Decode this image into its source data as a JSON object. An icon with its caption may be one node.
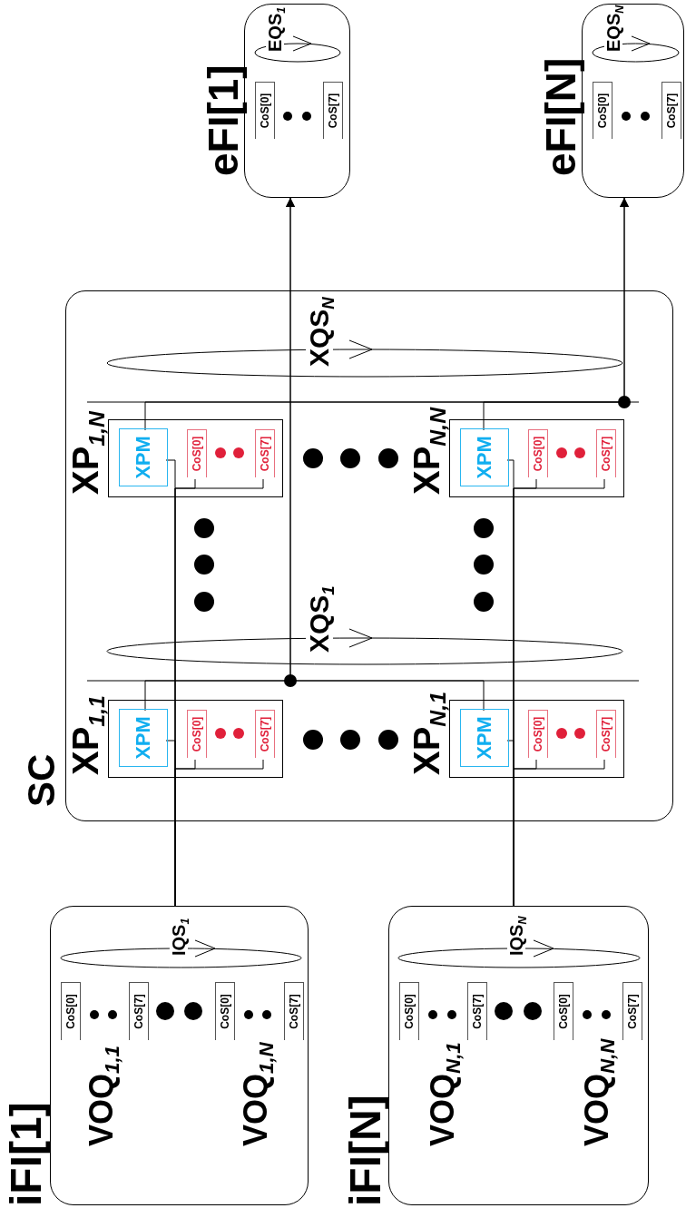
{
  "diagram": {
    "nodes": [
      {
        "text": [
          "iFI[1]"
        ]
      },
      {
        "text": [
          "IQS$_{1}$"
        ],
        "in": 0
      },
      {
        "text": [
          "CoS[0]"
        ],
        "in": 0
      },
      {
        "text": [
          "CoS[7]"
        ],
        "in": 0
      },
      {
        "text": [
          "CoS[0]"
        ],
        "in": 0
      },
      {
        "text": [
          "CoS[7]"
        ],
        "in": 0
      },
      {
        "text": [
          "iFI[N]"
        ]
      },
      {
        "text": [
          "IQS$_{N}$"
        ],
        "in": 6
      },
      {
        "text": [
          "CoS[0]"
        ],
        "in": 6
      },
      {
        "text": [
          "CoS[7]"
        ],
        "in": 6
      },
      {
        "text": [
          "CoS[0]"
        ],
        "in": 6
      },
      {
        "text": [
          "CoS[7]"
        ],
        "in": 6
      },
      {
        "text": [
          "SC"
        ]
      },
      {
        "text": [
          "XP$_{1,1}$"
        ],
        "in": 12
      },
      {
        "text": [
          "XPM"
        ],
        "in": 13
      },
      {
        "text": [
          "CoS[0]"
        ],
        "in": 13
      },
      {
        "text": [
          "CoS[7]"
        ],
        "in": 13
      },
      {
        "text": [
          "XP$_{N,1}$"
        ],
        "in": 12
      },
      {
        "text": [
          "XPM"
        ],
        "in": 17
      },
      {
        "text": [
          "CoS[0]"
        ],
        "in": 17
      },
      {
        "text": [
          "CoS[7]"
        ],
        "in": 17
      },
      {
        "text": [
          "XP$_{1,N}$"
        ],
        "in": 12
      },
      {
        "text": [
          "XPM"
        ],
        "in": 21
      },
      {
        "text": [
          "CoS[0]"
        ],
        "in": 21
      },
      {
        "text": [
          "CoS[7]"
        ],
        "in": 21
      },
      {
        "text": [
          "XP$_{N,N}$"
        ],
        "in": 12
      },
      {
        "text": [
          "XPM"
        ],
        "in": 25
      },
      {
        "text": [
          "CoS[0]"
        ],
        "in": 25
      },
      {
        "text": [
          "CoS[7]"
        ],
        "in": 25
      },
      {
        "text": [
          "XQS$_{1}$"
        ],
        "in": 12
      },
      {
        "text": [
          "XQS$_{N}$"
        ],
        "in": 12
      },
      {
        "text": [
          "eFI[1]"
        ]
      },
      {
        "text": [
          "EQS$_{1}$"
        ],
        "in": 31
      },
      {
        "text": [
          "CoS[0]"
        ],
        "in": 31
      },
      {
        "text": [
          "CoS[7]"
        ],
        "in": 31
      },
      {
        "text": [
          "eFI[N]"
        ]
      },
      {
        "text": [
          "EQS$_{N}$"
        ],
        "in": 35
      },
      {
        "text": [
          "CoS[0]"
        ],
        "in": 35
      },
      {
        "text": [
          "CoS[7]"
        ],
        "in": 35
      }
    ],
    "edges": [
      {
        "from": 0,
        "to": 14,
        "arrow": "none"
      },
      {
        "from": 0,
        "to": 15,
        "arrow": "none"
      },
      {
        "from": 0,
        "to": 16,
        "arrow": "none"
      },
      {
        "from": 0,
        "to": 22,
        "arrow": "none"
      },
      {
        "from": 0,
        "to": 23,
        "arrow": "none"
      },
      {
        "from": 0,
        "to": 24,
        "arrow": "none"
      },
      {
        "from": 6,
        "to": 18,
        "arrow": "none"
      },
      {
        "from": 6,
        "to": 19,
        "arrow": "none"
      },
      {
        "from": 6,
        "to": 20,
        "arrow": "none"
      },
      {
        "from": 6,
        "to": 26,
        "arrow": "none"
      },
      {
        "from": 6,
        "to": 27,
        "arrow": "none"
      },
      {
        "from": 6,
        "to": 28,
        "arrow": "none"
      },
      {
        "from": 14,
        "to": 31,
        "arrow": "to"
      },
      {
        "from": 18,
        "to": 31,
        "arrow": "to"
      },
      {
        "from": 22,
        "to": 35,
        "arrow": "to"
      },
      {
        "from": 26,
        "to": 35,
        "arrow": "to"
      }
    ],
    "labels": [
      "VOQ$_{1,1}$",
      "VOQ$_{1,N}$",
      "VOQ$_{N,1}$",
      "VOQ$_{N,N}$"
    ]
  }
}
